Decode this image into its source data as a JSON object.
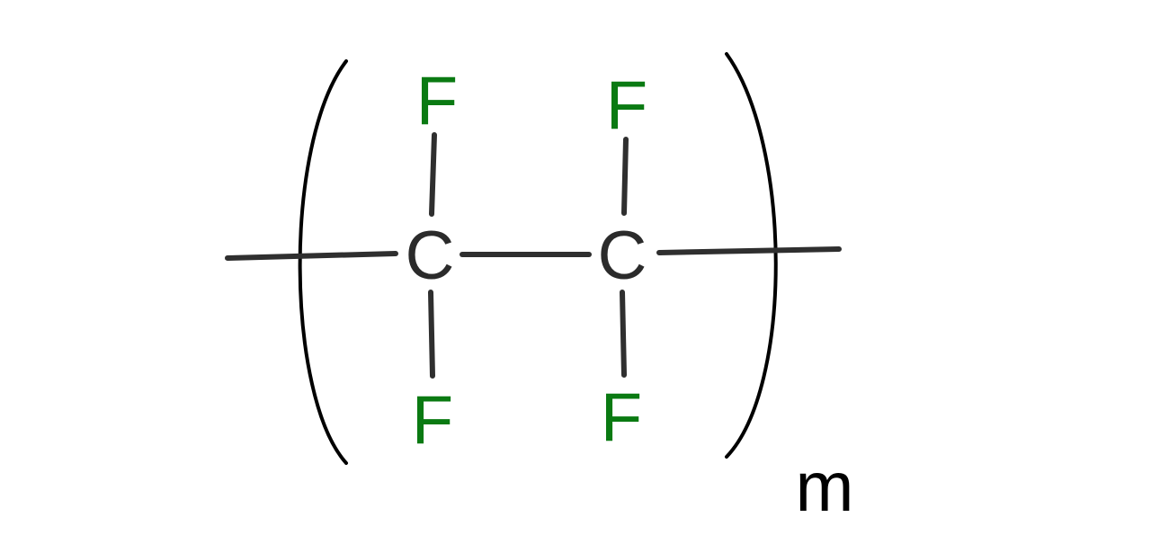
{
  "molecule": {
    "atoms": {
      "c1": "C",
      "c2": "C",
      "f_top_left": "F",
      "f_top_right": "F",
      "f_bottom_left": "F",
      "f_bottom_right": "F"
    },
    "repeat_subscript": "m",
    "colors": {
      "carbon": "#2b2b2b",
      "fluorine": "#0a7a12",
      "bond": "#2f2f2f",
      "bracket": "#000000",
      "subscript": "#000000"
    }
  }
}
